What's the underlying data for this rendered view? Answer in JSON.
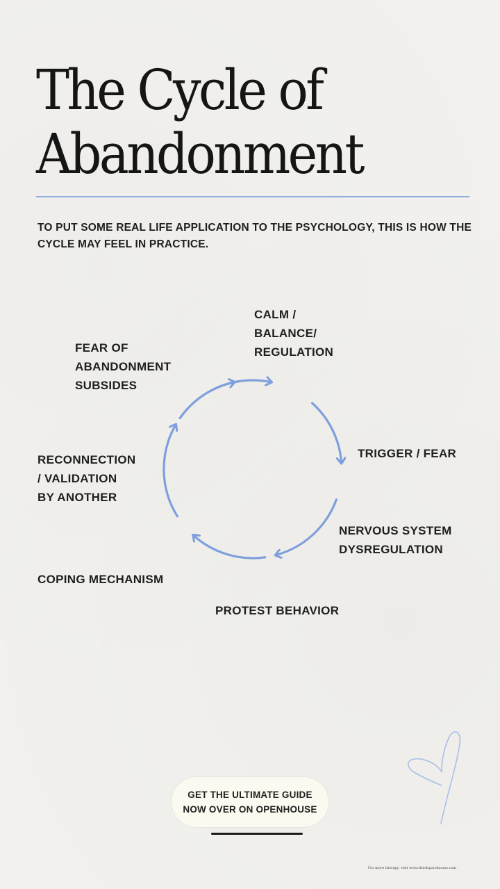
{
  "title": {
    "line1": "The Cycle of",
    "line2": "Abandonment"
  },
  "intro": "TO PUT SOME REAL LIFE APPLICATION TO THE PSYCHOLOGY, THIS IS HOW THE CYCLE MAY FEEL IN PRACTICE.",
  "cycle": {
    "stages": [
      {
        "lines": [
          "CALM /",
          "BALANCE/",
          "REGULATION"
        ]
      },
      {
        "lines": [
          "TRIGGER / FEAR"
        ]
      },
      {
        "lines": [
          "NERVOUS SYSTEM",
          "DYSREGULATION"
        ]
      },
      {
        "lines": [
          "PROTEST BEHAVIOR"
        ]
      },
      {
        "lines": [
          "COPING MECHANISM"
        ]
      },
      {
        "lines": [
          "RECONNECTION",
          "/ VALIDATION",
          "BY ANOTHER"
        ]
      },
      {
        "lines": [
          "FEAR OF",
          "ABANDONMENT",
          "SUBSIDES"
        ]
      }
    ],
    "arrow_color": "#7f9fdc"
  },
  "cta": {
    "text": "GET THE ULTIMATE GUIDE NOW OVER ON OPENHOUSE"
  },
  "footer": "For more therapy, visit www.thirdspacehouse.com",
  "colors": {
    "background": "#f2f1ee",
    "rule": "#8eaee0",
    "cta_bg": "#fbfaf0",
    "heart": "#a9c0e8"
  }
}
